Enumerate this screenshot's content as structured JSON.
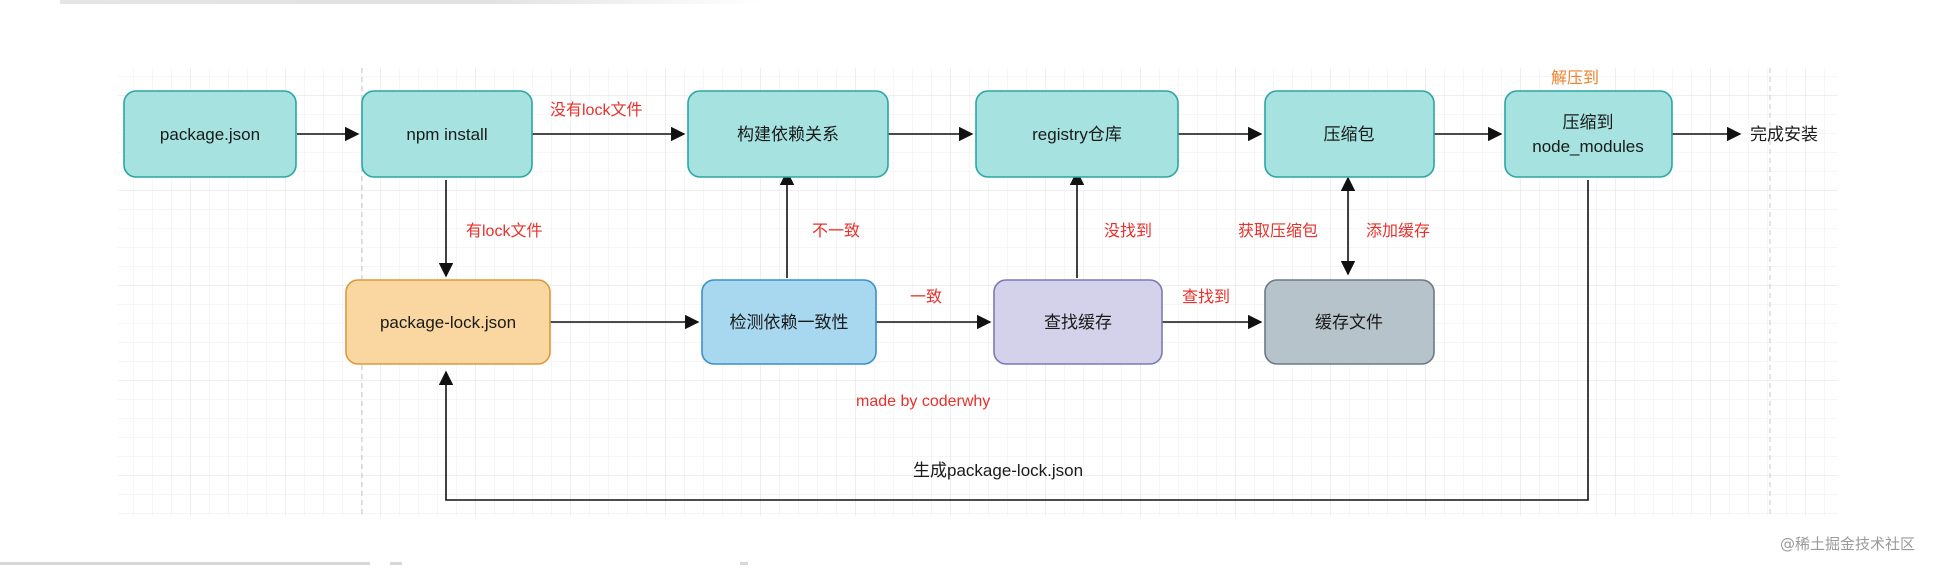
{
  "nodes": {
    "package_json": "package.json",
    "npm_install": "npm install",
    "build_deps": "构建依赖关系",
    "registry": "registry仓库",
    "compressed_pkg": "压缩包",
    "extract_to_line1": "压缩到",
    "extract_to_line2": "node_modules",
    "package_lock": "package-lock.json",
    "check_consistency": "检测依赖一致性",
    "find_cache": "查找缓存",
    "cache_files": "缓存文件"
  },
  "labels": {
    "no_lock_file": "没有lock文件",
    "has_lock_file": "有lock文件",
    "inconsistent": "不一致",
    "consistent": "一致",
    "not_found": "没找到",
    "found": "查找到",
    "get_compressed": "获取压缩包",
    "add_cache": "添加缓存",
    "extract_to": "解压到",
    "install_done": "完成安装",
    "generate_lock": "生成package-lock.json",
    "made_by": "made by coderwhy"
  },
  "watermark": "@稀土掘金技术社区",
  "colors": {
    "teal_fill": "#a5e2e0",
    "teal_stroke": "#2aa6a4",
    "orange_fill": "#fad7a0",
    "orange_stroke": "#d89b3c",
    "blue_fill": "#a7d8f0",
    "blue_stroke": "#3c90c8",
    "purple_fill": "#d4d2ea",
    "purple_stroke": "#7c78b8",
    "gray_fill": "#b7c3cb",
    "gray_stroke": "#6c7a86",
    "red_text": "#e8302c",
    "orange_text": "#f0812c",
    "grid": "#e4e4e4"
  }
}
